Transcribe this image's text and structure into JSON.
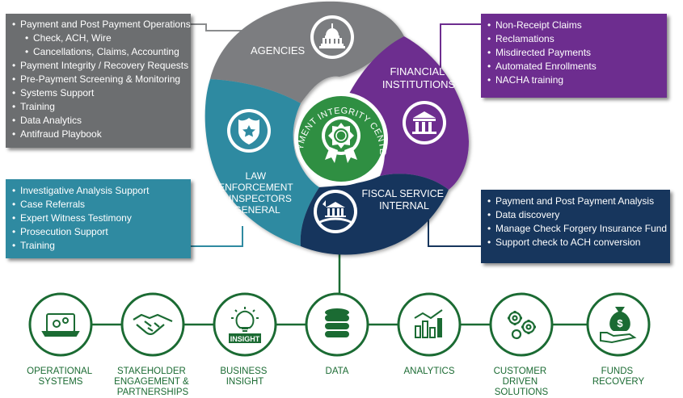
{
  "colors": {
    "agencies": "#7b7d80",
    "financial": "#6d2d8f",
    "law": "#2f8aa1",
    "fiscal": "#17365d",
    "center": "#2f8f42",
    "green": "#1b6b33"
  },
  "segments": {
    "agencies": {
      "title": "AGENCIES",
      "icon": "capitol-icon"
    },
    "financial": {
      "title_line1": "FINANCIAL",
      "title_line2": "INSTITUTIONS",
      "icon": "bank-icon"
    },
    "law": {
      "title_line1": "LAW",
      "title_line2": "ENFORCEMENT",
      "title_line3": "& INSPECTORS",
      "title_line4": "GENERAL",
      "icon": "police-badge-icon"
    },
    "fiscal": {
      "title_line1": "FISCAL SERVICE",
      "title_line2": "INTERNAL",
      "icon": "fiscal-service-seal-icon"
    },
    "center": {
      "title": "PAYMENT INTEGRITY CENTER",
      "icon": "award-rosette-icon"
    }
  },
  "agencies_box": {
    "items": [
      "Payment and Post Payment Operations",
      "Check, ACH, Wire",
      "Cancellations, Claims, Accounting",
      "Payment Integrity / Recovery Requests",
      "Pre-Payment Screening & Monitoring",
      "Systems Support",
      "Training",
      "Data Analytics",
      "Antifraud Playbook"
    ]
  },
  "financial_box": {
    "items": [
      "Non-Receipt Claims",
      "Reclamations",
      "Misdirected Payments",
      "Automated Enrollments",
      "NACHA training"
    ]
  },
  "law_box": {
    "items": [
      "Investigative Analysis Support",
      "Case Referrals",
      "Expert Witness Testimony",
      "Prosecution Support",
      "Training"
    ]
  },
  "fiscal_box": {
    "items": [
      "Payment and Post Payment Analysis",
      "Data discovery",
      "Manage Check Forgery Insurance Fund",
      "Support check to ACH conversion"
    ]
  },
  "capabilities": [
    {
      "line1": "OPERATIONAL",
      "line2": "SYSTEMS",
      "line3": "",
      "icon": "laptop-gears-icon"
    },
    {
      "line1": "STAKEHOLDER",
      "line2": "ENGAGEMENT &",
      "line3": "PARTNERSHIPS",
      "icon": "handshake-icon"
    },
    {
      "line1": "BUSINESS",
      "line2": "INSIGHT",
      "line3": "",
      "icon": "lightbulb-icon",
      "badge": "INSIGHT"
    },
    {
      "line1": "DATA",
      "line2": "",
      "line3": "",
      "icon": "database-icon"
    },
    {
      "line1": "ANALYTICS",
      "line2": "",
      "line3": "",
      "icon": "bar-chart-icon"
    },
    {
      "line1": "CUSTOMER",
      "line2": "DRIVEN",
      "line3": "SOLUTIONS",
      "icon": "gears-icon"
    },
    {
      "line1": "FUNDS",
      "line2": "RECOVERY",
      "line3": "",
      "icon": "money-bag-hand-icon"
    }
  ]
}
